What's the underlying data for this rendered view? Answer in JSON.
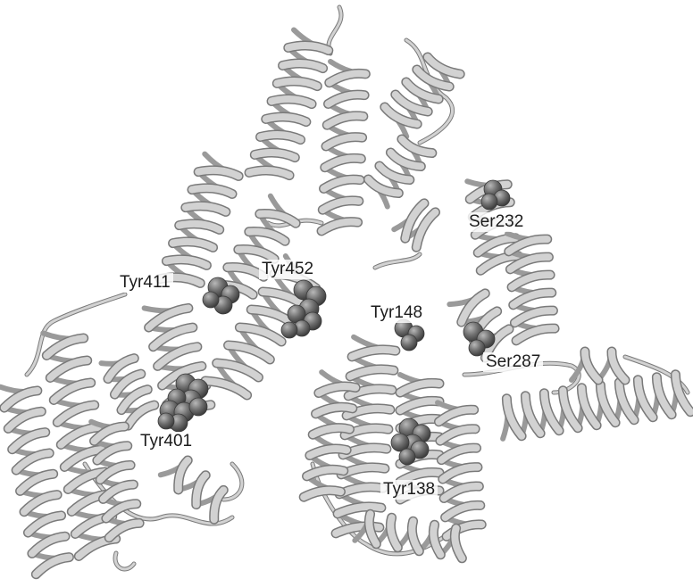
{
  "labels": {
    "tyr411": "Tyr411",
    "tyr452": "Tyr452",
    "ser232": "Ser232",
    "tyr148": "Tyr148",
    "ser287": "Ser287",
    "tyr401": "Tyr401",
    "tyr138": "Tyr138"
  },
  "colors": {
    "ribbon": "#d2d2d2",
    "ribbon_edge": "#7a7a7a",
    "ribbon_shadow": "#9a9a9a",
    "sphere": "#6a6a6a",
    "sphere_highlight": "#a8a8a8",
    "background": "#ffffff"
  }
}
